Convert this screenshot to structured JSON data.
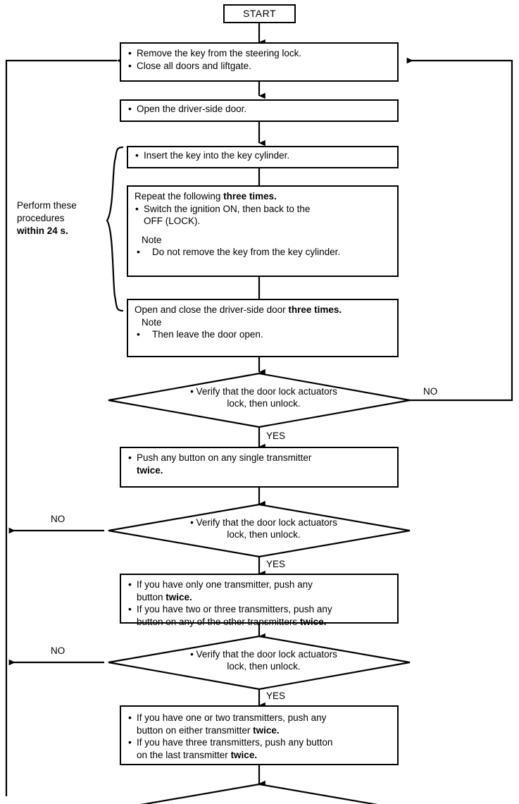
{
  "diagram": {
    "title": "Keyless entry transmitter programming flowchart",
    "start_label": "START",
    "brace_note": {
      "line1": "Perform these",
      "line2": "procedures",
      "line3_bold": "within 24 s."
    },
    "yes_label": "YES",
    "no_label": "NO",
    "nodes": {
      "n1": {
        "bullets": [
          "Remove the key from  the steering lock.",
          "Close all doors and liftgate."
        ]
      },
      "n2": {
        "bullets": [
          "Open the driver-side door."
        ]
      },
      "n3": {
        "bullets": [
          "Insert the key into the key cylinder."
        ]
      },
      "n4": {
        "heading_plain": "Repeat the following ",
        "heading_bold": "three times.",
        "bullet1_a": "Switch the ignition ON, then back to the",
        "bullet1_b": "OFF (LOCK).",
        "note_label": "Note",
        "note_bullet": "Do not remove the key from the key cylinder."
      },
      "n5": {
        "heading_plain": "Open and close the driver-side door ",
        "heading_bold": "three times.",
        "note_label": "Note",
        "note_bullet": "Then leave the door open."
      },
      "d1": {
        "line1": "• Verify that the door lock actuators",
        "line2": "lock, then unlock."
      },
      "n6": {
        "line1": "Push any button on any single transmitter",
        "line2_bold": "twice."
      },
      "d2": {
        "line1": "• Verify that the door lock actuators",
        "line2": "lock, then unlock."
      },
      "n7": {
        "b1_a": "If you have only one transmitter, push any",
        "b1_b": "button ",
        "b1_bold": "twice.",
        "b2_a": "If you have two or three transmitters, push any",
        "b2_b": "button on any of the other transmitters ",
        "b2_bold": "twice."
      },
      "d3": {
        "line1": "• Verify that the door lock actuators",
        "line2": "lock, then unlock."
      },
      "n8": {
        "b1_a": "If you have one or two transmitters, push any",
        "b1_b": "button on either transmitter ",
        "b1_bold": "twice.",
        "b2_a": "If you have three transmitters, push any button",
        "b2_b": "on the last transmitter ",
        "b2_bold": "twice."
      }
    }
  }
}
